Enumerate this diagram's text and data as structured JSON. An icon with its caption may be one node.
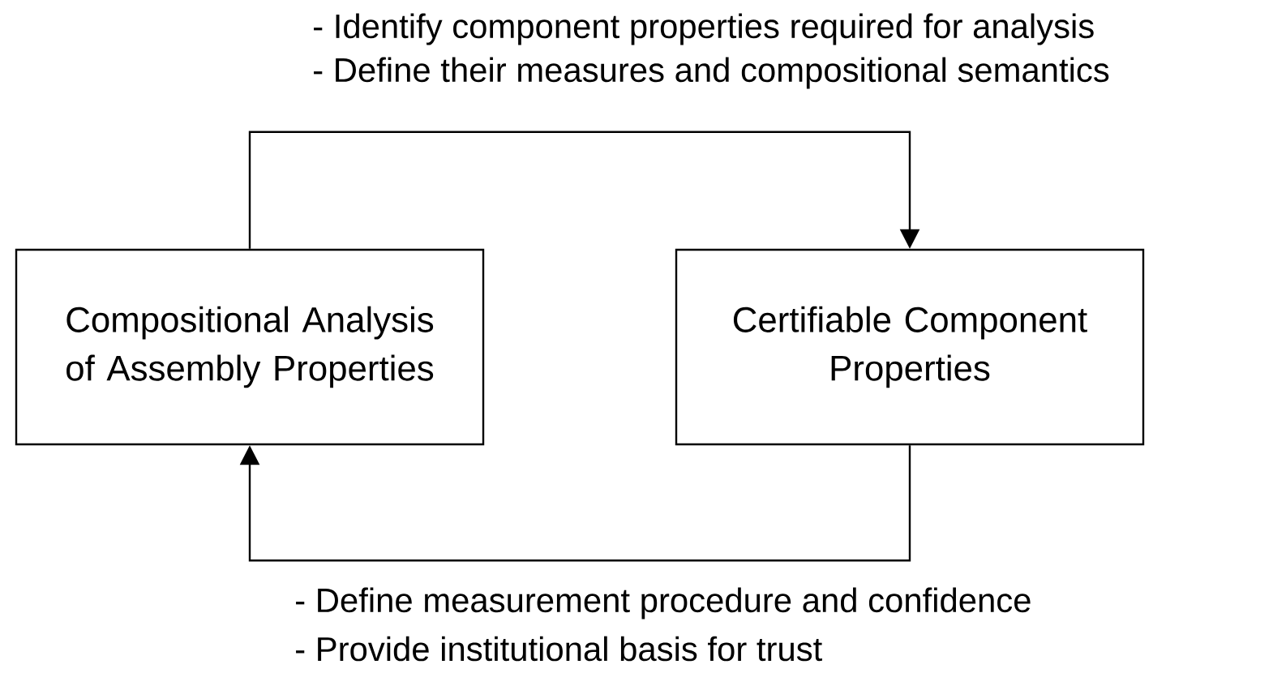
{
  "diagram": {
    "nodes": [
      {
        "text": [
          "Compositional Analysis of Assembly Properties"
        ]
      },
      {
        "text": [
          "Certifiable Component Properties"
        ]
      }
    ],
    "edges": [
      {
        "from": 0,
        "to": 1,
        "arrow": "to"
      },
      {
        "from": 1,
        "to": 0,
        "arrow": "to"
      }
    ],
    "labels": [
      "- Identify component properties required for analysis",
      "- Define their measures and compositional semantics",
      "- Define measurement procedure and confidence",
      "- Provide institutional basis for trust"
    ]
  }
}
